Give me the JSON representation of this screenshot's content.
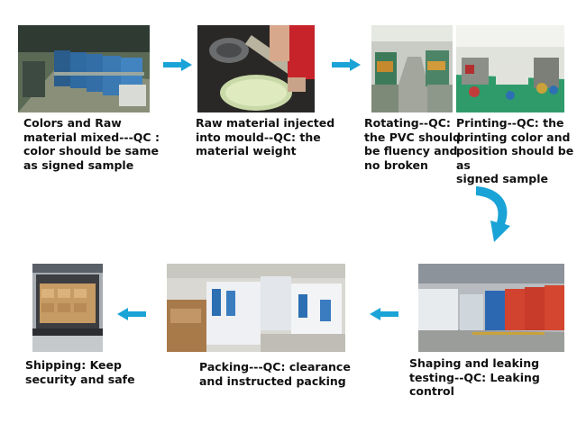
{
  "colors": {
    "arrow": "#1aa3d6",
    "arrow_dark": "#1280b0",
    "text": "#111111",
    "background": "#ffffff"
  },
  "steps": [
    {
      "photo": "warehouse-blue-barrels-photo",
      "caption": "Colors and Raw\nmaterial mixed---QC :\ncolor should be same\nas signed sample"
    },
    {
      "photo": "mould-injection-photo",
      "caption": "Raw material injected\ninto mould--QC: the\nmaterial weight"
    },
    {
      "photo": "rotating-machines-photo",
      "caption": "Rotating--QC:\nthe PVC should\nbe fluency and\nno broken"
    },
    {
      "photo": "printing-workshop-photo",
      "caption": "Printing--QC: the\nprinting color and\nposition should be as\nsigned sample"
    },
    {
      "photo": "leak-testing-racks-photo",
      "caption": "Shaping and leaking\ntesting--QC: Leaking control"
    },
    {
      "photo": "packed-cartons-photo",
      "caption": "Packing---QC: clearance\nand instructed packing"
    },
    {
      "photo": "container-loading-photo",
      "caption": "Shipping: Keep\nsecurity and safe"
    }
  ]
}
